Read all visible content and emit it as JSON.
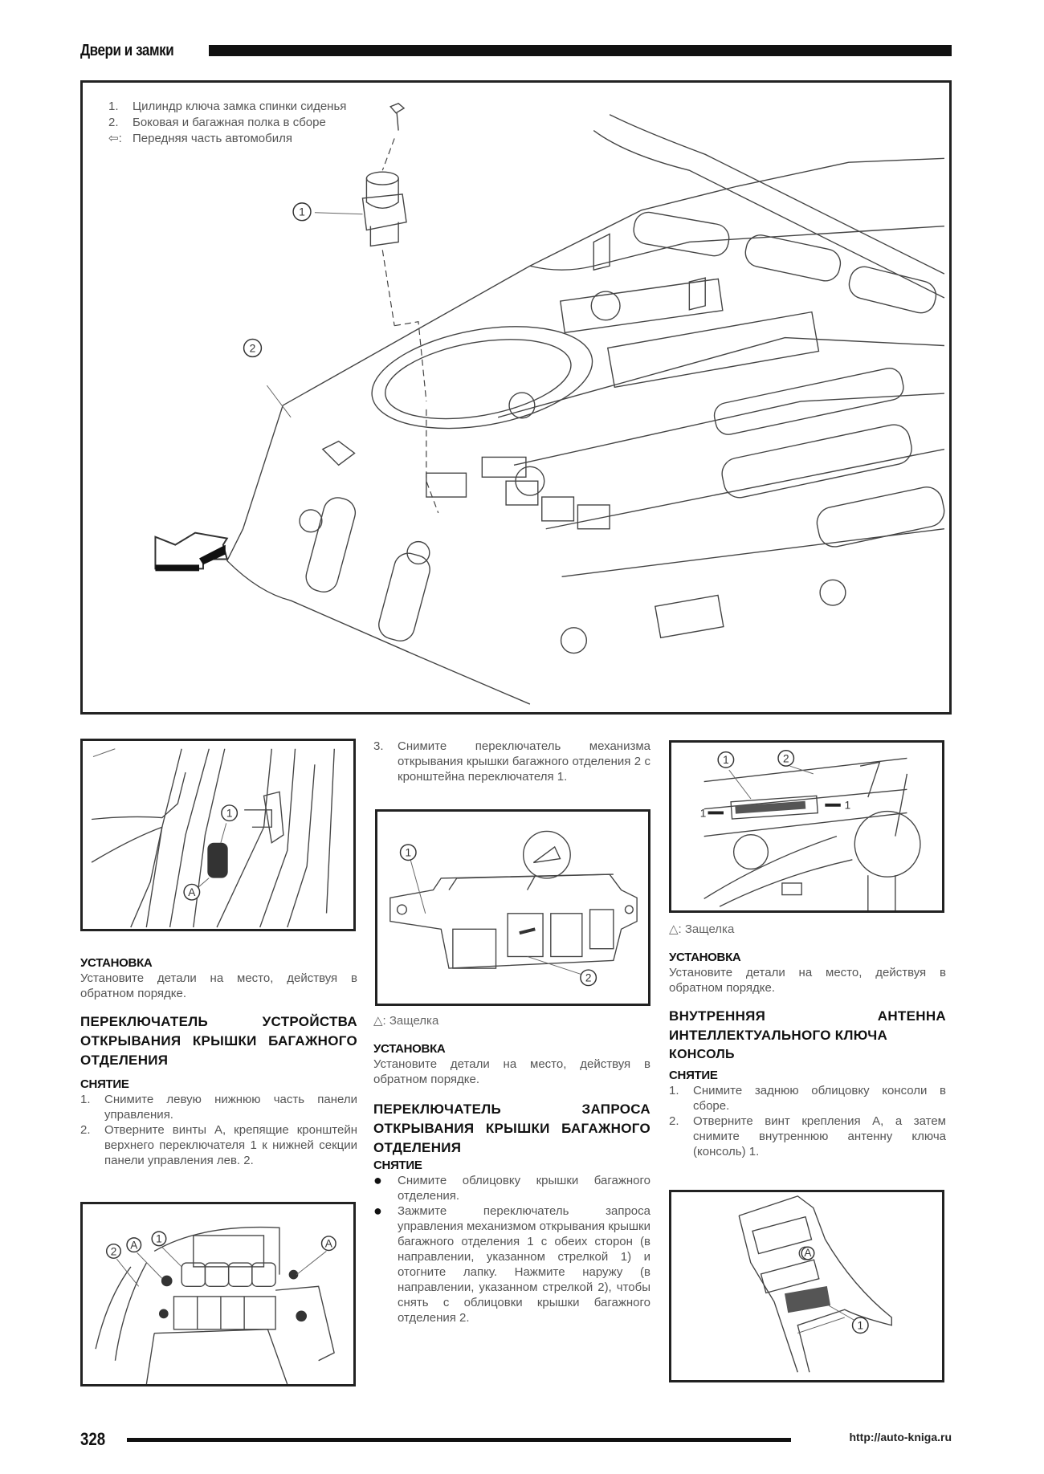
{
  "header": {
    "section_title": "Двери и замки"
  },
  "main_figure": {
    "legend": [
      {
        "num": "1.",
        "text": "Цилиндр ключа замка спинки сиденья"
      },
      {
        "num": "2.",
        "text": "Боковая и багажная полка в сборе"
      },
      {
        "num": "⇦:",
        "text": "Передняя часть автомобиля"
      }
    ],
    "callouts": [
      "1",
      "2"
    ],
    "front_arrow_icon": "arrow-front-of-vehicle"
  },
  "left_column": {
    "figure_callouts": [
      "1",
      "A"
    ],
    "install_heading": "УСТАНОВКА",
    "install_text": "Установите детали на место, действуя в обратном порядке.",
    "section_heading": "ПЕРЕКЛЮЧАТЕЛЬ УСТРОЙСТВА ОТКРЫВАНИЯ КРЫШКИ БАГАЖНОГО ОТДЕЛЕНИЯ",
    "removal_heading": "СНЯТИЕ",
    "steps": [
      {
        "num": "1.",
        "text": "Снимите левую нижнюю часть панели управления."
      },
      {
        "num": "2.",
        "text": "Отверните винты A, крепящие кронштейн верхнего переключателя 1 к нижней секции панели управления лев. 2."
      }
    ],
    "bottom_figure_callouts": [
      "2",
      "A",
      "1",
      "A"
    ]
  },
  "middle_column": {
    "steps": [
      {
        "num": "3.",
        "text": "Снимите переключатель механизма открывания крышки багажного отделения 2 с кронштейна переключателя 1."
      }
    ],
    "figure_callouts": [
      "1",
      "2"
    ],
    "caption_icon": "latch-triangle",
    "caption": "Защелка",
    "install_heading": "УСТАНОВКА",
    "install_text": "Установите детали на место, действуя в обратном порядке.",
    "section_heading": "ПЕРЕКЛЮЧАТЕЛЬ ЗАПРОСА ОТКРЫВАНИЯ КРЫШКИ БАГАЖНОГО ОТДЕЛЕНИЯ",
    "removal_heading": "СНЯТИЕ",
    "bullets": [
      {
        "mark": "●",
        "text": "Снимите облицовку крышки багажного отделения."
      },
      {
        "mark": "●",
        "text": "Зажмите переключатель запроса управления механизмом открывания крышки багажного отделения 1 с обеих сторон (в направлении, указанном стрелкой 1) и отогните лапку. Нажмите наружу (в направлении, указанном стрелкой 2), чтобы снять с облицовки крышки багажного отделения 2."
      }
    ]
  },
  "right_column": {
    "figure_callouts": [
      "1",
      "2"
    ],
    "caption_icon": "latch-triangle",
    "caption": "Защелка",
    "install_heading": "УСТАНОВКА",
    "install_text": "Установите детали на место, действуя в обратном порядке.",
    "section_heading": "ВНУТРЕННЯЯ АНТЕННА ИНТЕЛЛЕКТУАЛЬНОГО КЛЮЧА",
    "subsection_heading": "КОНСОЛЬ",
    "removal_heading": "СНЯТИЕ",
    "steps": [
      {
        "num": "1.",
        "text": "Снимите заднюю облицовку консоли в сборе."
      },
      {
        "num": "2.",
        "text": "Отверните винт крепления A, а затем снимите внутреннюю антенну ключа (консоль) 1."
      }
    ],
    "bottom_figure_callouts": [
      "A",
      "1"
    ]
  },
  "footer": {
    "page_number": "328",
    "url": "http://auto-kniga.ru"
  }
}
